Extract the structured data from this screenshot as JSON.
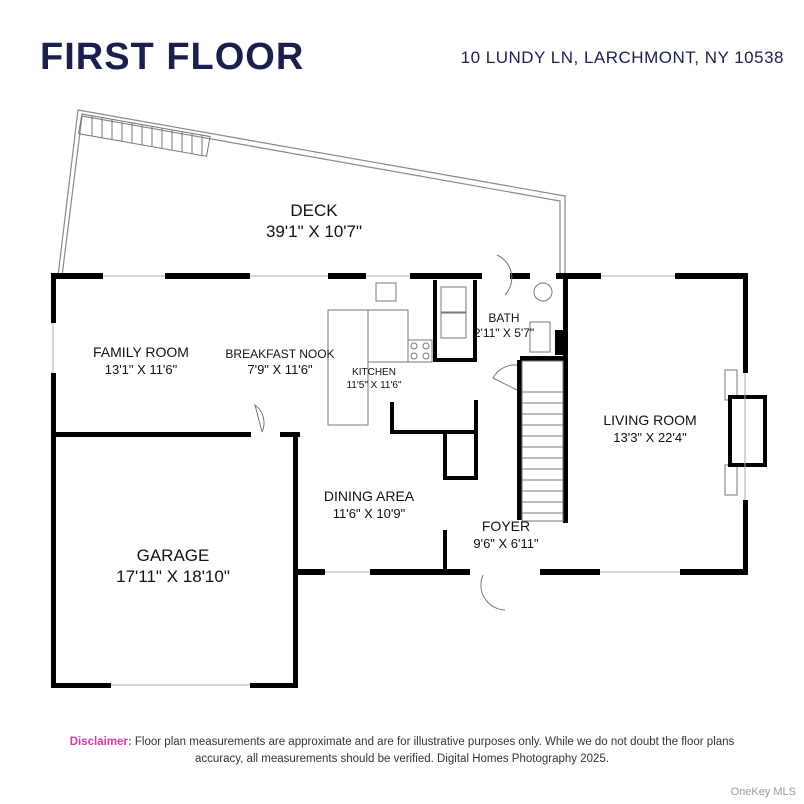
{
  "header": {
    "title": "FIRST FLOOR",
    "address": "10 LUNDY LN, LARCHMONT, NY 10538"
  },
  "rooms": [
    {
      "name": "DECK",
      "dims": "39'1\" X 10'7\""
    },
    {
      "name": "FAMILY ROOM",
      "dims": "13'1\" X 11'6\""
    },
    {
      "name": "BREAKFAST NOOK",
      "dims": "7'9\" X 11'6\""
    },
    {
      "name": "KITCHEN",
      "dims": "11'5\" X 11'6\""
    },
    {
      "name": "BATH",
      "dims": "2'11\" X 5'7\""
    },
    {
      "name": "LIVING ROOM",
      "dims": "13'3\" X 22'4\""
    },
    {
      "name": "DINING AREA",
      "dims": "11'6\" X 10'9\""
    },
    {
      "name": "FOYER",
      "dims": "9'6\" X 6'11\""
    },
    {
      "name": "GARAGE",
      "dims": "17'11\" X 18'10\""
    }
  ],
  "footer": {
    "disclaimer_label": "Disclaimer:",
    "disclaimer_text": "Floor plan measurements are approximate and are for illustrative purposes only. While we do not doubt the floor plans accuracy, all measurements should be verified. Digital Homes Photography 2025.",
    "watermark": "OneKey MLS"
  },
  "colors": {
    "title": "#1b1f4b",
    "disclaimer_label": "#d33aa8",
    "walls": "#000000"
  }
}
